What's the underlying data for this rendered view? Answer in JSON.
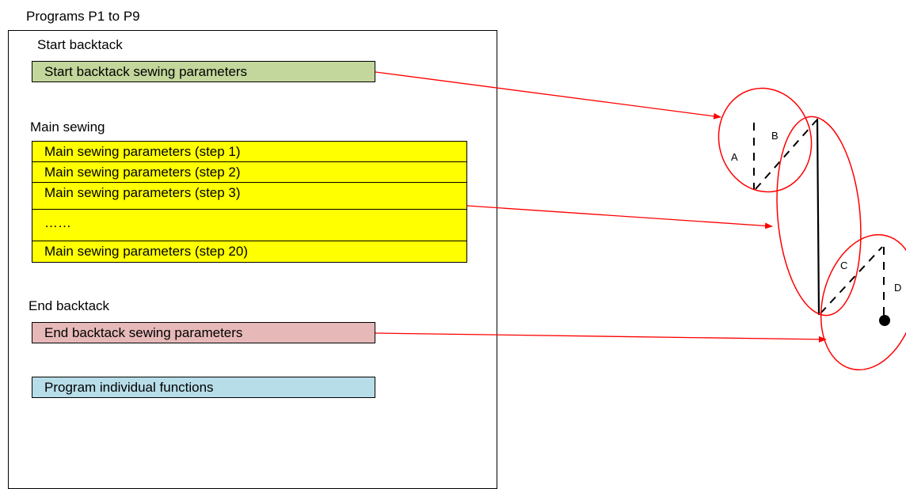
{
  "outer_label": "Programs P1 to P9",
  "sections": {
    "start": {
      "heading": "Start backtack",
      "box_label": "Start backtack sewing parameters",
      "box_color": "#c3d69b"
    },
    "main": {
      "heading": "Main sewing",
      "rows": [
        "Main sewing parameters (step 1)",
        "Main sewing parameters (step 2)",
        "Main sewing parameters (step 3)",
        "……",
        "Main sewing parameters (step 20)"
      ],
      "box_color": "#ffff00"
    },
    "end": {
      "heading": "End backtack",
      "box_label": "End backtack sewing parameters",
      "box_color": "#e6b9b8"
    },
    "functions": {
      "box_label": "Program individual functions",
      "box_color": "#b7dde8"
    }
  },
  "stitch_diagram": {
    "labels": {
      "a": "A",
      "b": "B",
      "c": "C",
      "d": "D"
    },
    "circle_color": "#ff0000",
    "arrow_color": "#ff0000",
    "stitch_color": "#000000"
  }
}
